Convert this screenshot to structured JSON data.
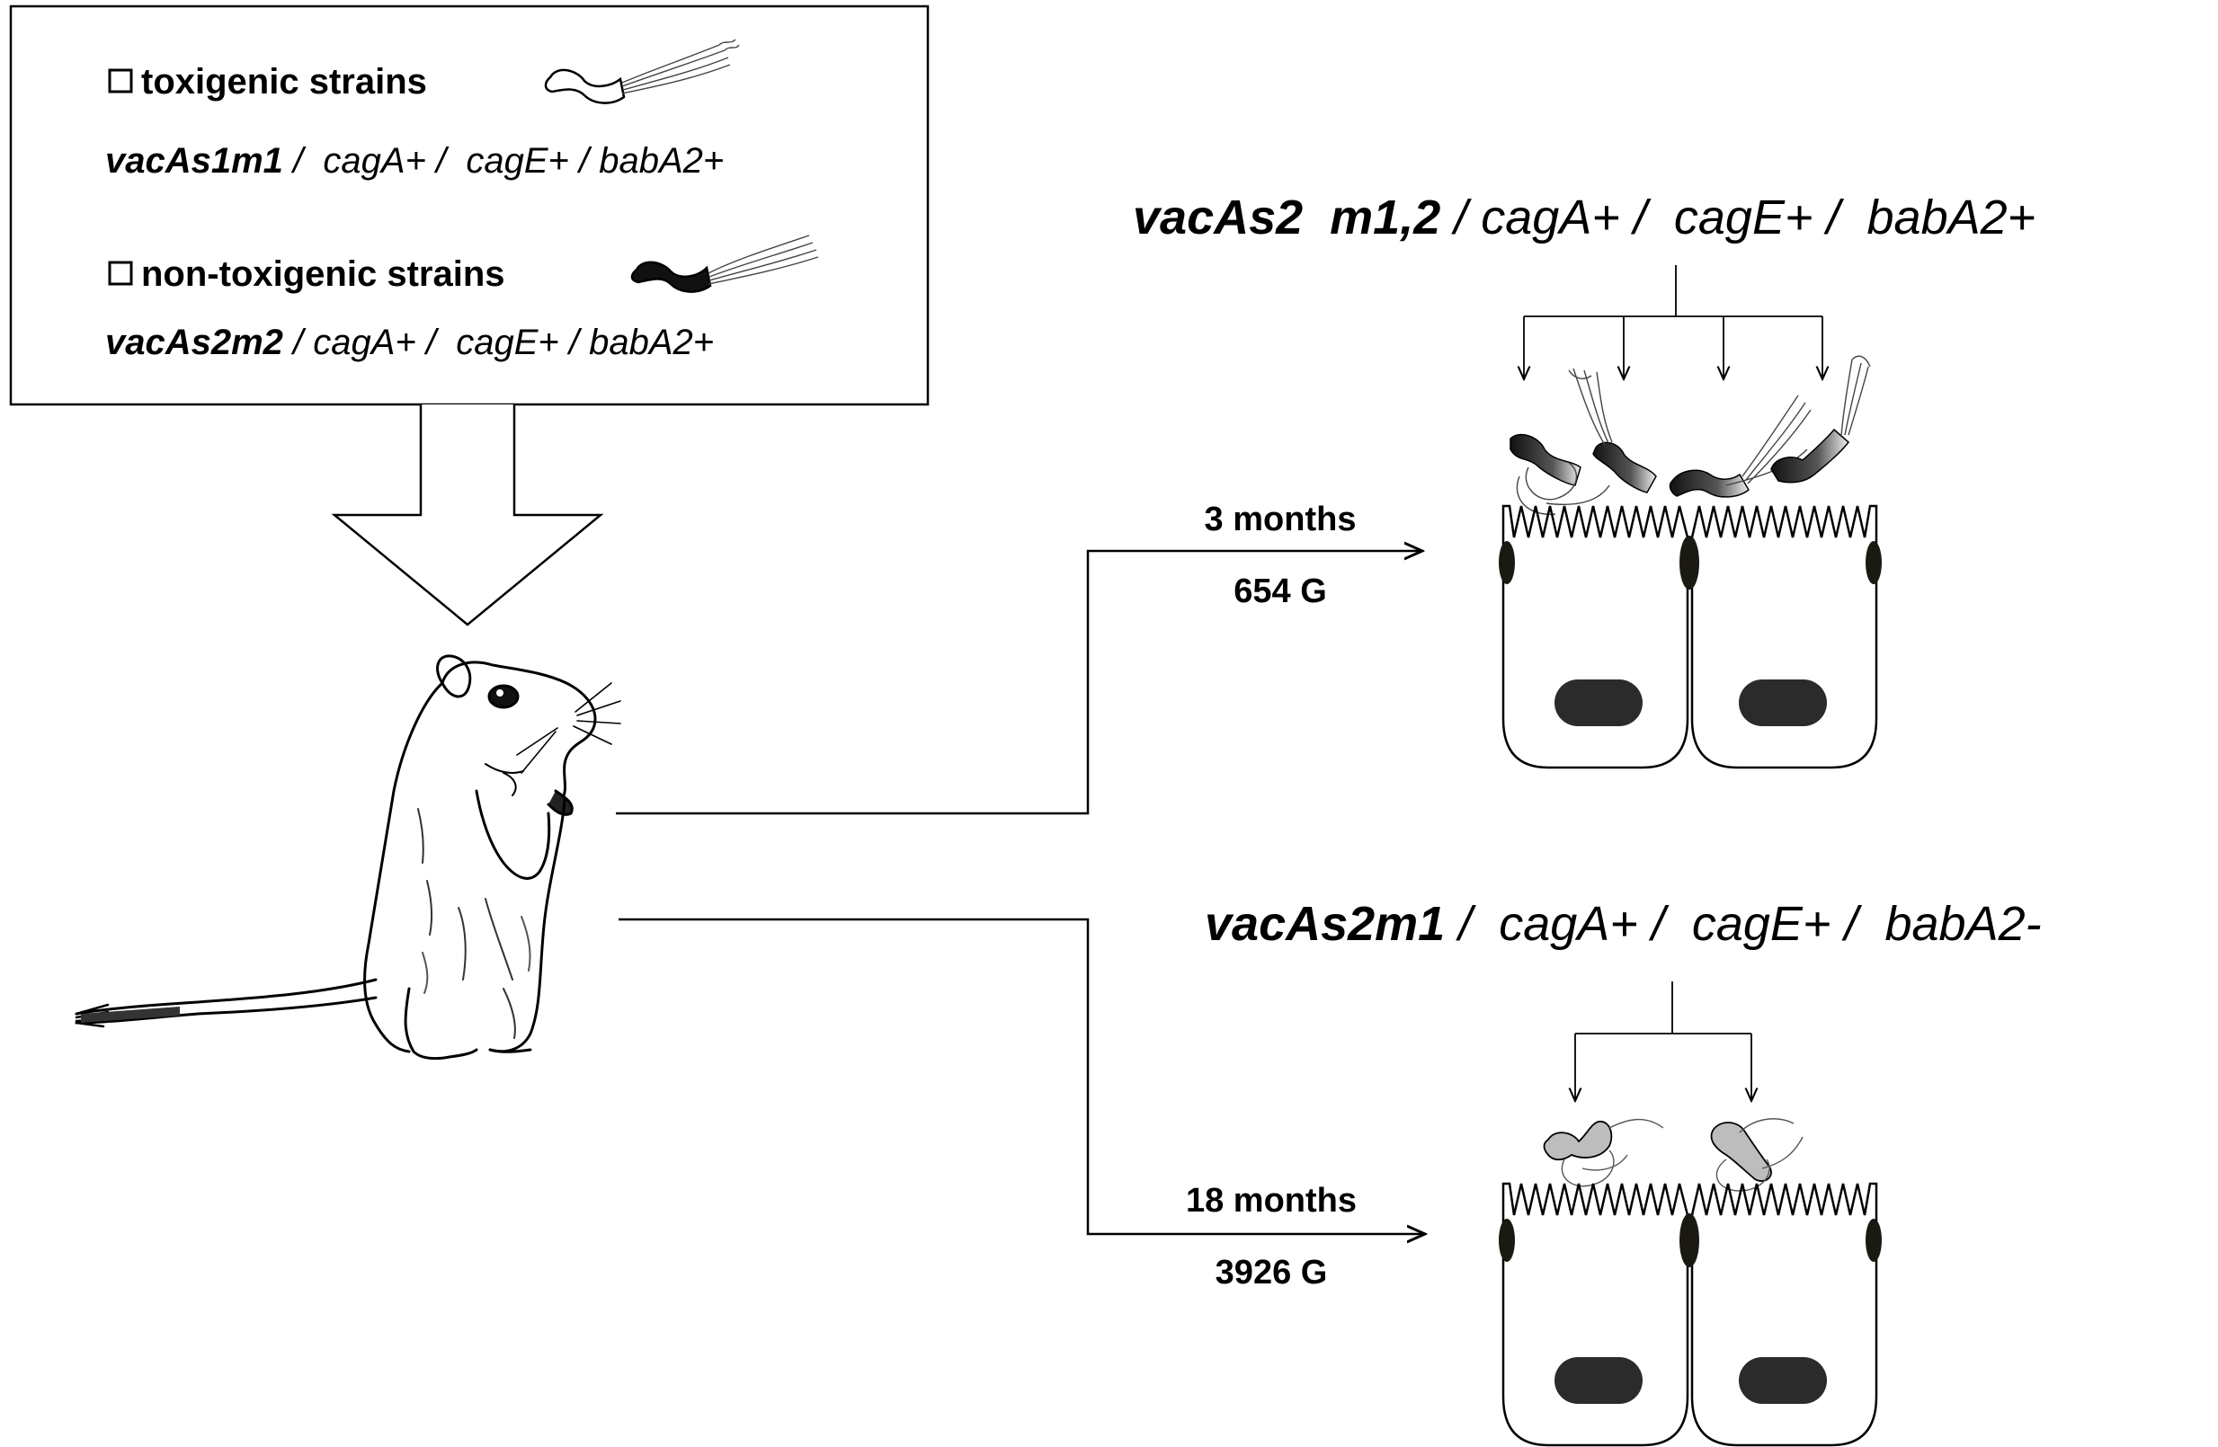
{
  "legend": {
    "toxigenic": {
      "heading": "toxigenic strains",
      "genotype_strain": "vacAs1m1",
      "genotype_rest": " /  cagA+ /  cagE+ / babA2+"
    },
    "non_toxigenic": {
      "heading": "non-toxigenic strains",
      "genotype_strain": "vacAs2m2",
      "genotype_rest": " / cagA+ /  cagE+ / babA2+"
    }
  },
  "upper_branch": {
    "time": "3 months",
    "gerbils": "654 G",
    "genotype_strain": "vacAs2  m1,2",
    "genotype_rest": " / cagA+ /  cagE+ /  babA2+"
  },
  "lower_branch": {
    "time": "18 months",
    "gerbils": "3926 G",
    "genotype_strain": "vacAs2m1",
    "genotype_rest": " /  cagA+ /  cagE+ /  babA2-"
  },
  "colors": {
    "line": "#000000",
    "nucleus": "#2b2b2b",
    "junction": "#1a1a12",
    "toxigenic_bacterium": "#2a2a2a",
    "attenuated_bacterium": "#bdbdbd"
  }
}
